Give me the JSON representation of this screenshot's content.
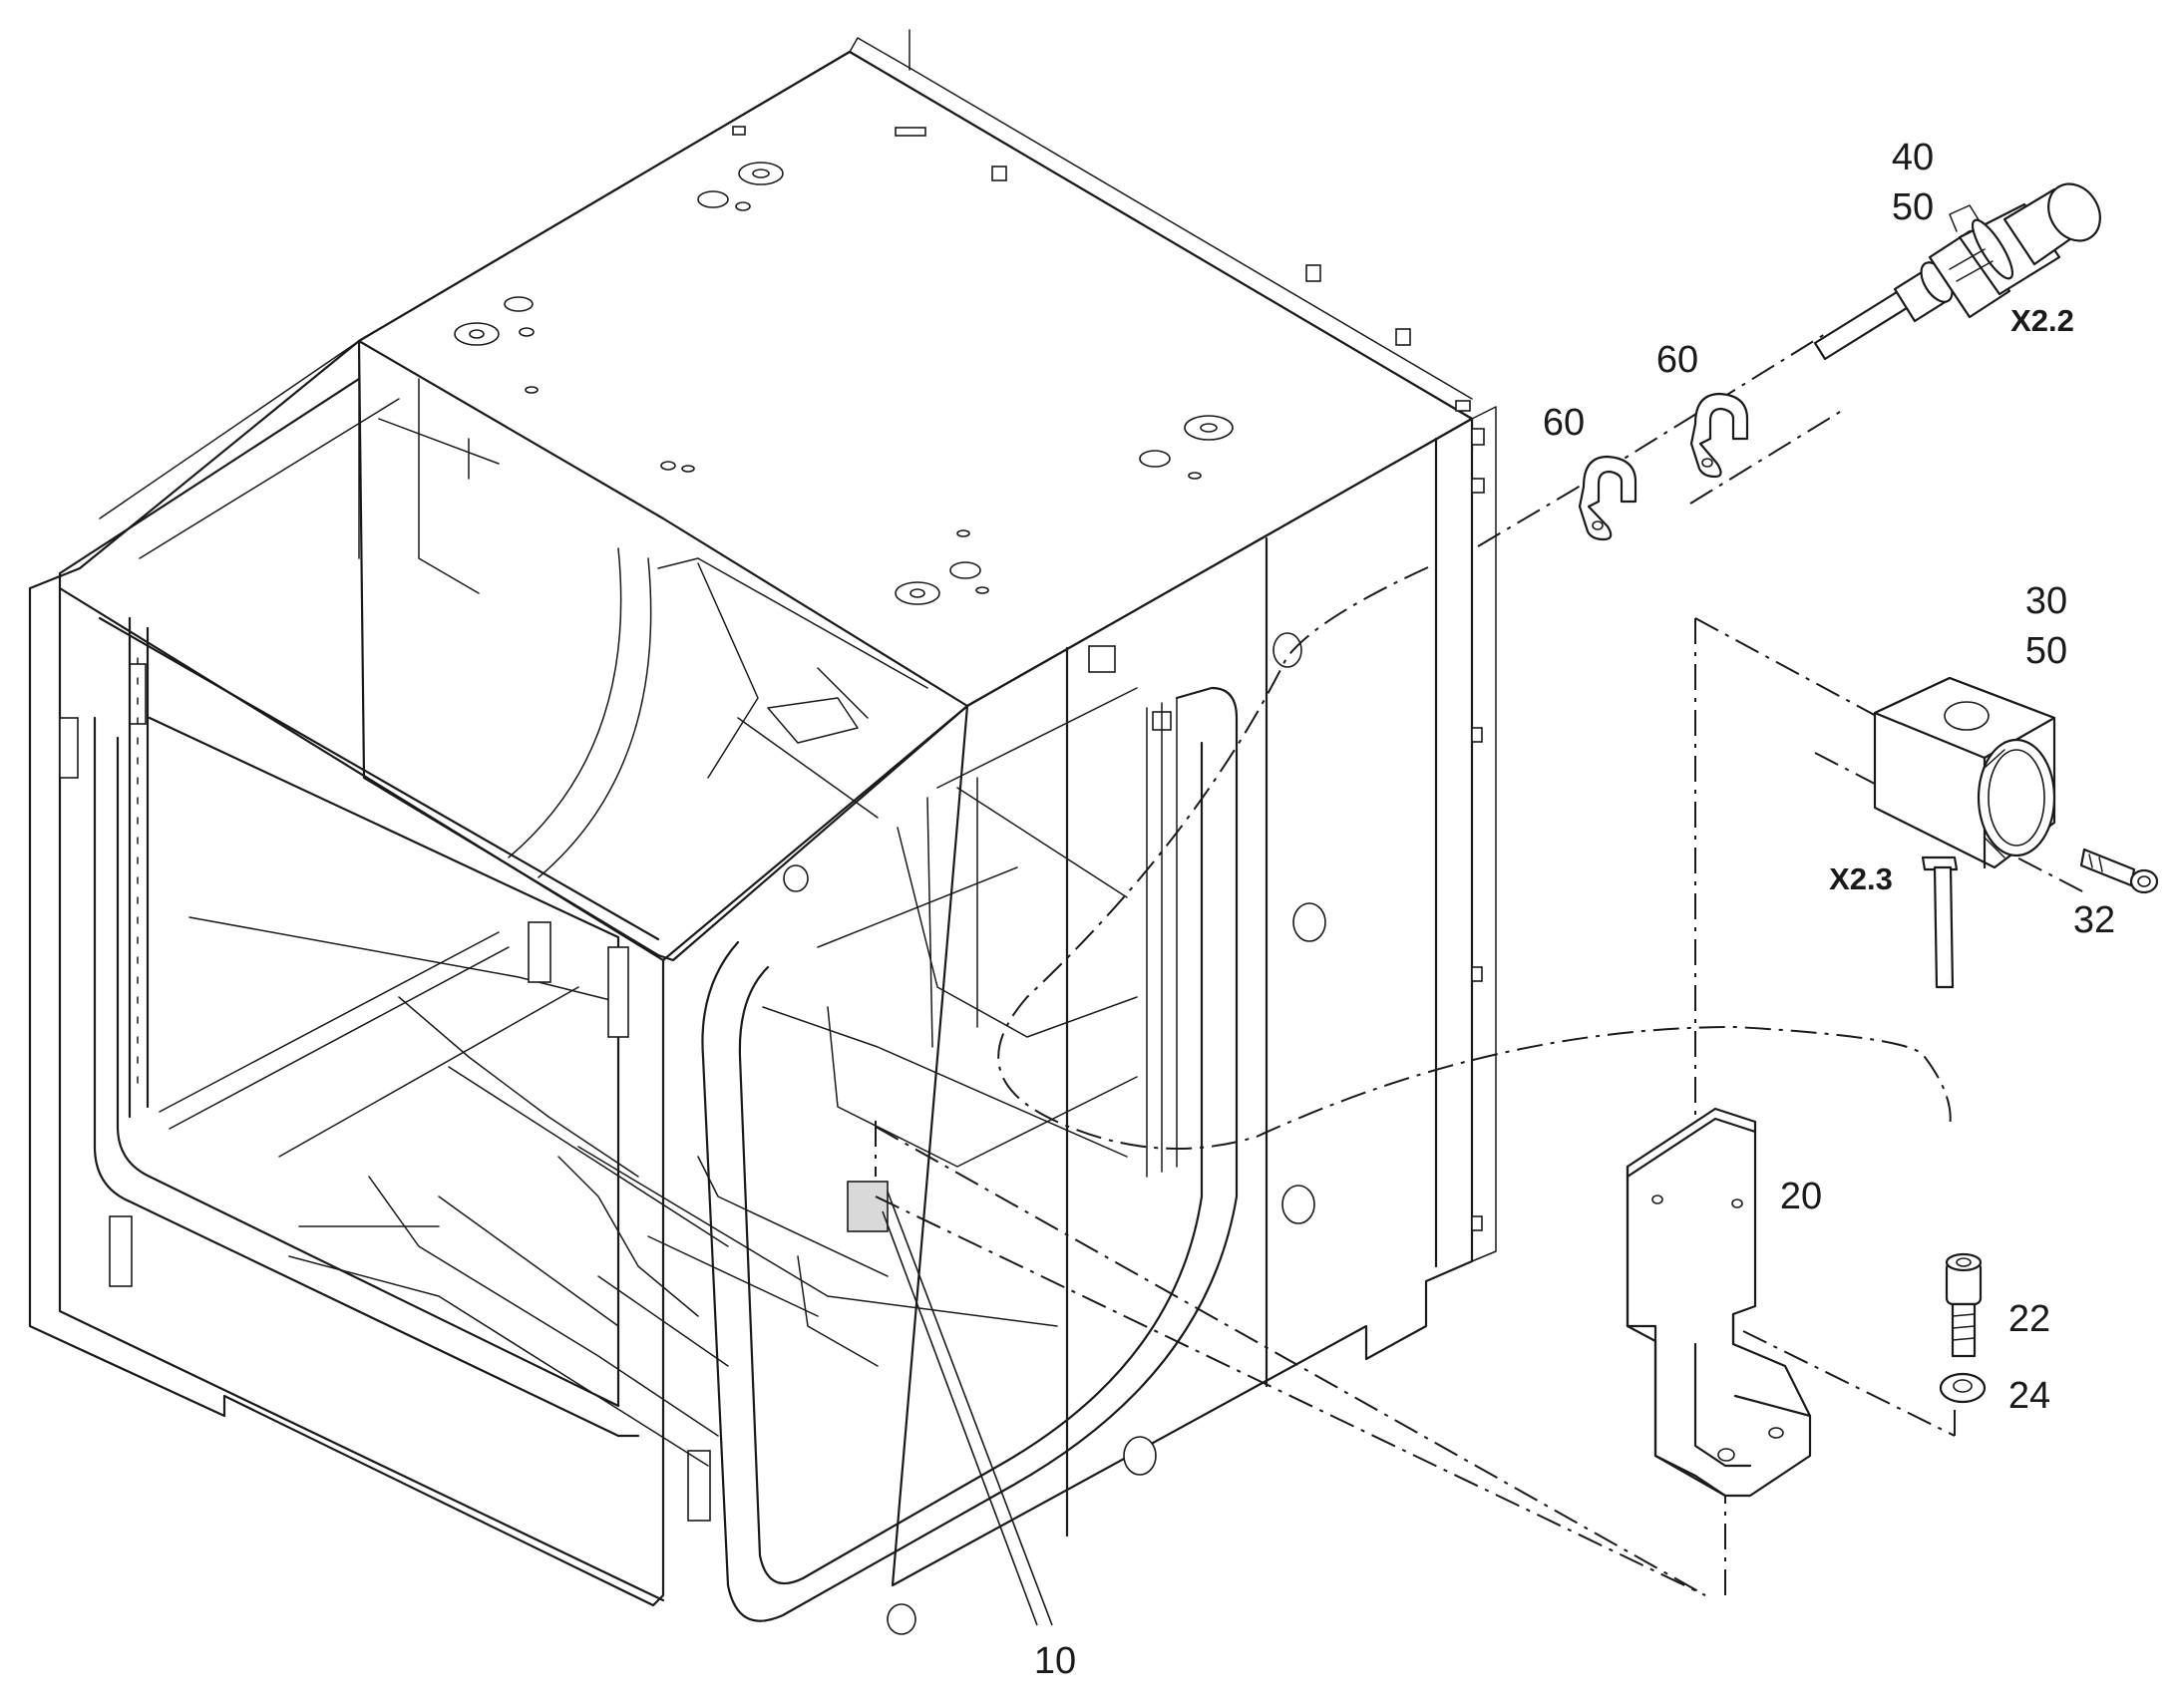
{
  "diagram": {
    "part_numbers": {
      "p10": "10",
      "p20": "20",
      "p22": "22",
      "p24": "24",
      "p30": "30",
      "p50a": "50",
      "p32": "32",
      "p40": "40",
      "p50b": "50",
      "p60a": "60",
      "p60b": "60"
    },
    "connectors": {
      "x22": "X2.2",
      "x23": "X2.3"
    }
  }
}
